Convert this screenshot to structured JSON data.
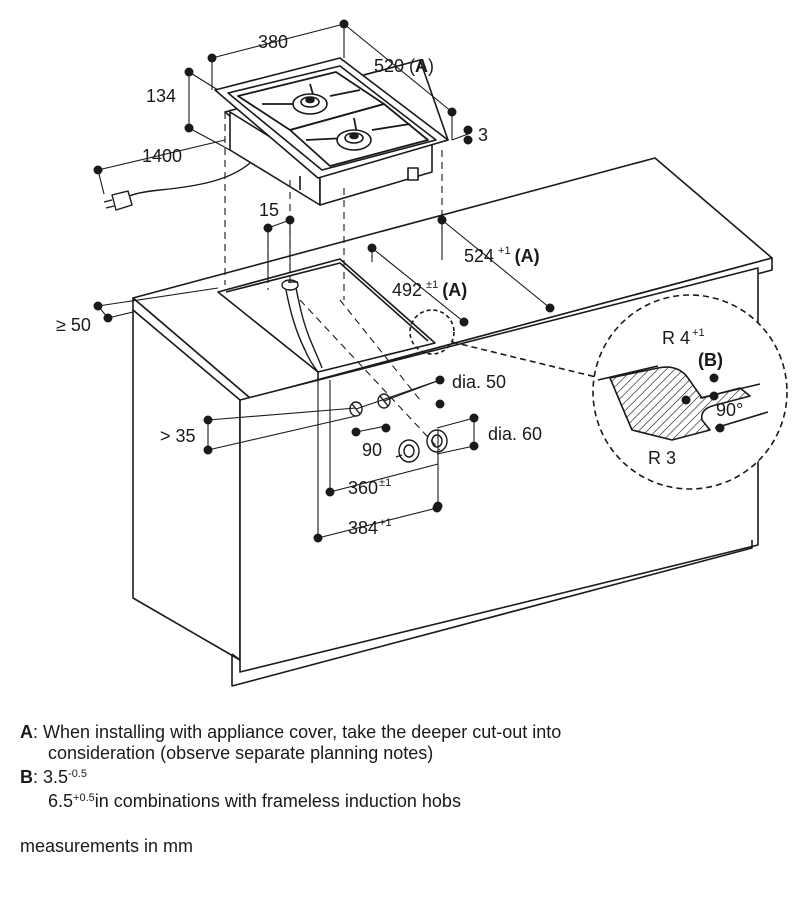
{
  "dimensions": {
    "width_380": "380",
    "depth_520": "520 (",
    "depth_520_ref": "A",
    "depth_520_close": ")",
    "height_134": "134",
    "cable_1400": "1400",
    "gap_3": "3",
    "offset_15": "15",
    "cutout_524": "524",
    "cutout_524_tol": "+1",
    "cutout_524_ref": "(A)",
    "cutout_492": "492",
    "cutout_492_tol": "±1",
    "cutout_492_ref": "(A)",
    "edge_50": "≥ 50",
    "dia_50": "dia. 50",
    "dia_60": "dia. 60",
    "gt_35": "> 35",
    "angle_90": "90",
    "width_360": "360",
    "width_360_tol": "±1",
    "width_384": "384",
    "width_384_tol": "+1",
    "radius_r4": "R 4",
    "radius_r4_tol": "+1",
    "detail_b": "(B)",
    "detail_90": "90°",
    "radius_r3": "R 3"
  },
  "notes": {
    "a_label": "A",
    "a_line1": ": When installing with appliance cover, take the deeper cut-out into",
    "a_line2": "consideration (observe separate planning notes)",
    "b_label": "B",
    "b_value": ": 3.5",
    "b_value_tol": "-0.5",
    "b_line2_value": "6.5",
    "b_line2_tol": "+0.5",
    "b_line2_text": "in combinations with frameless induction hobs"
  },
  "units_note": "measurements in mm",
  "colors": {
    "ink": "#1a1a1a",
    "paper": "#ffffff",
    "hatch": "#1a1a1a"
  }
}
